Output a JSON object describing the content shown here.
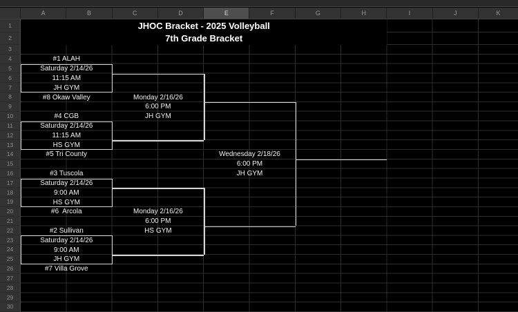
{
  "sheet": {
    "column_letters": [
      "A",
      "B",
      "C",
      "D",
      "E",
      "F",
      "G",
      "H",
      "I",
      "J",
      "K"
    ],
    "selected_column": "E",
    "row_numbers": [
      "1",
      "2",
      "3",
      "4",
      "5",
      "6",
      "7",
      "8",
      "9",
      "10",
      "11",
      "12",
      "13",
      "14",
      "15",
      "16",
      "17",
      "18",
      "19",
      "20",
      "21",
      "22",
      "23",
      "24",
      "25",
      "26",
      "27",
      "28",
      "29",
      "30"
    ],
    "titles": {
      "line1": "JHOC Bracket - 2025 Volleyball",
      "line2": "7th Grade Bracket"
    },
    "cells": {
      "a4": "#1 ALAH",
      "a5": "Saturday 2/14/26",
      "a6": "11:15 AM",
      "a7": "JH GYM",
      "a8": "#8 Okaw Valley",
      "a10": "#4 CGB",
      "a11": "Saturday 2/14/26",
      "a12": "11:15 AM",
      "a13": "HS GYM",
      "a14": "#5 Tri County",
      "a16": "#3 Tuscola",
      "a17": "Saturday 2/14/26",
      "a18": "9:00 AM",
      "a19": "HS GYM",
      "a20": "#6  Arcola",
      "a22": "#2 Sullivan",
      "a23": "Saturday 2/14/26",
      "a24": "9:00 AM",
      "a25": "JH GYM",
      "a26": "#7 Villa Grove",
      "c8": "Monday 2/16/26",
      "c9": "6:00 PM",
      "c10": "JH GYM",
      "c20": "Monday 2/16/26",
      "c21": "6:00 PM",
      "c22": "HS GYM",
      "e14": "Wednesday 2/18/26",
      "e15": "6:00 PM",
      "e16": "JH GYM"
    }
  },
  "colors": {
    "background": "#000000",
    "grid_line": "#2d2d2d",
    "bracket_line": "#d6d6d6",
    "header_bg": "#323232",
    "selected_header_bg": "#4e4e4e",
    "cell_text": "#f2f2f2"
  }
}
